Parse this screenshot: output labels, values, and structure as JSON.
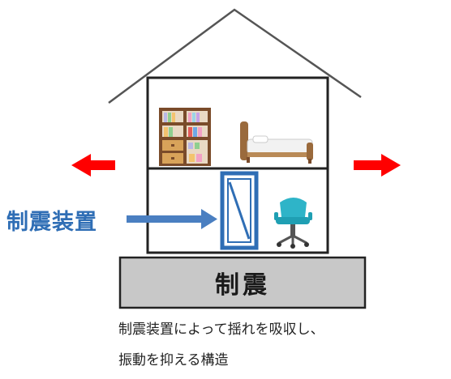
{
  "device_label": "制震装置",
  "foundation_label": "制震",
  "caption": {
    "line1": "制震装置によって揺れを吸収し、",
    "line2": "振動を抑える構造"
  },
  "colors": {
    "device_blue": "#2f6eb5",
    "shake_arrow_red": "#ff0000",
    "foundation_gray": "#c8c8c8"
  }
}
